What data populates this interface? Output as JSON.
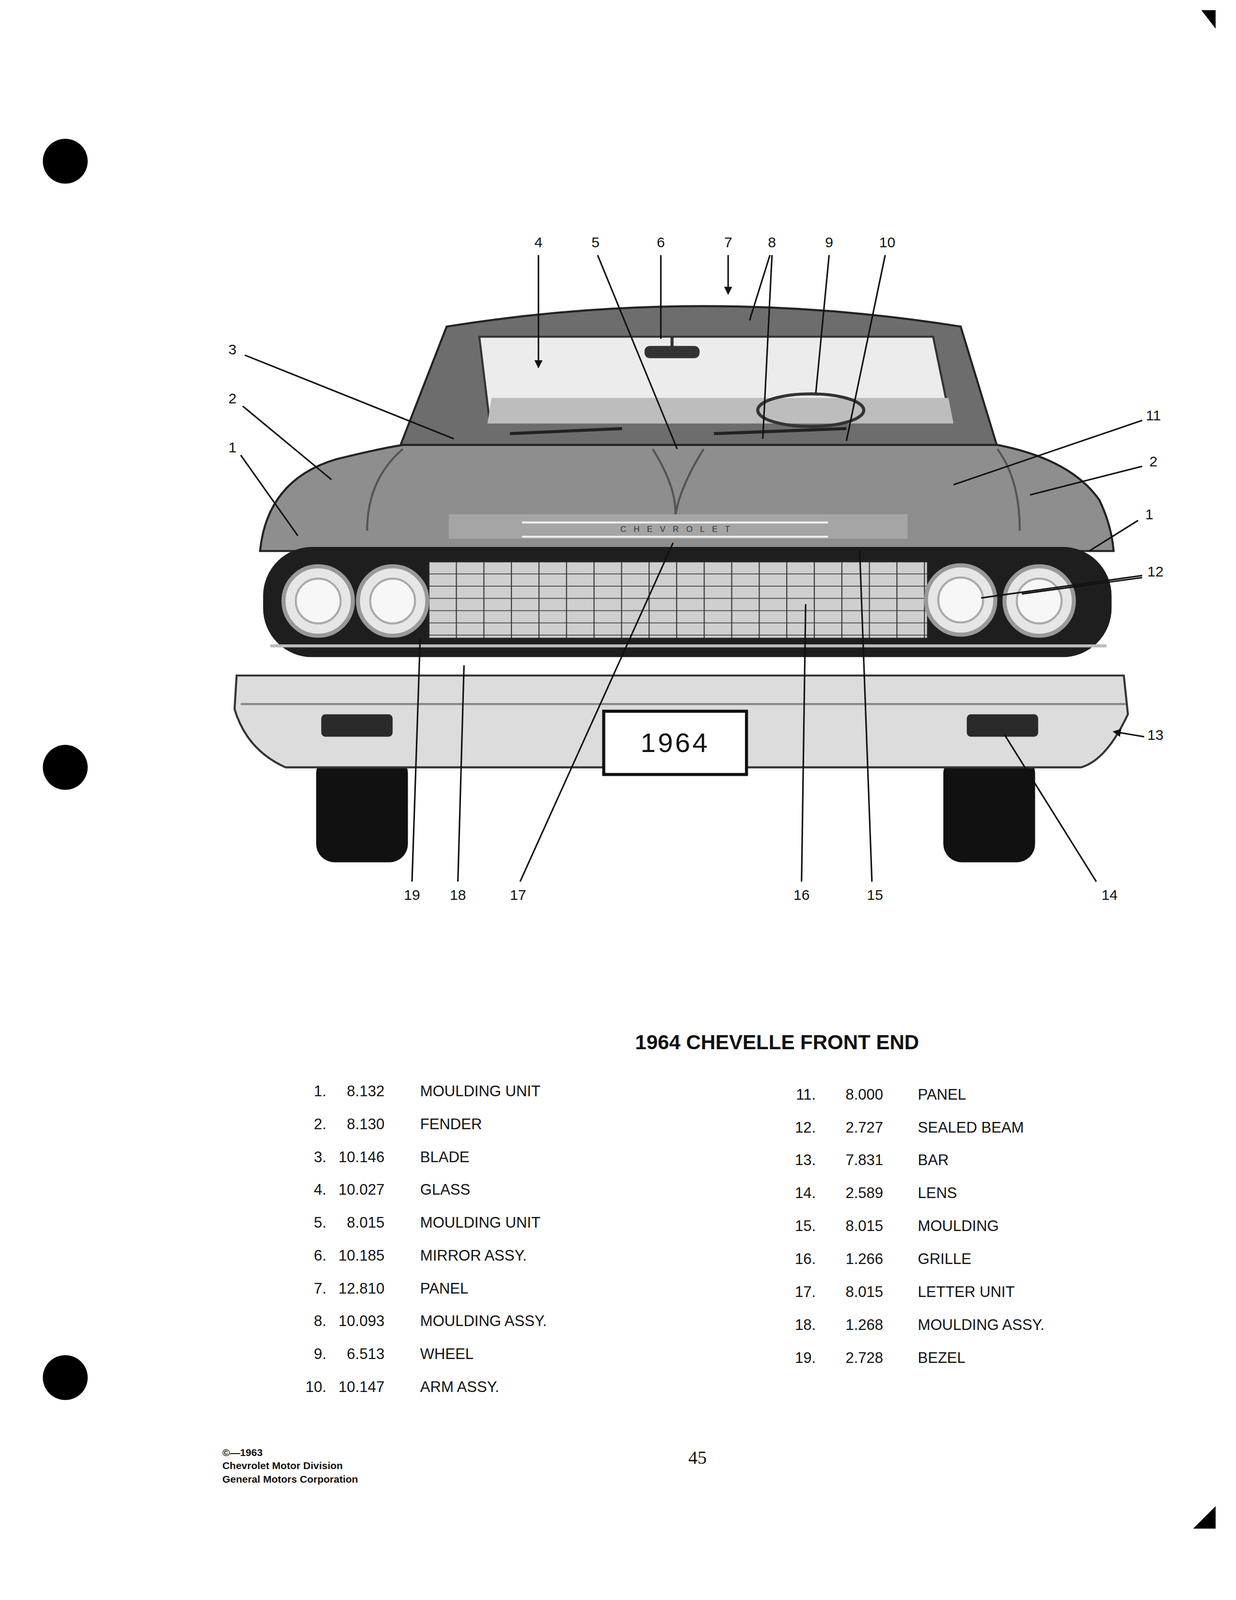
{
  "diagram": {
    "title": "1964 CHEVELLE FRONT END",
    "labels": [
      "4",
      "5",
      "6",
      "7",
      "8",
      "9",
      "10",
      "3",
      "2",
      "1",
      "11",
      "2",
      "1",
      "12",
      "13",
      "19",
      "18",
      "17",
      "16",
      "15",
      "14",
      "CHEVROLET",
      "1964",
      "1.",
      "8.132",
      "MOULDING UNIT",
      "2.",
      "8.130",
      "FENDER",
      "3.",
      "10.146",
      "BLADE",
      "4.",
      "10.027",
      "GLASS",
      "5.",
      "8.015",
      "MOULDING UNIT",
      "6.",
      "10.185",
      "MIRROR ASSY.",
      "7.",
      "12.810",
      "PANEL",
      "8.",
      "10.093",
      "MOULDING ASSY.",
      "9.",
      "6.513",
      "WHEEL",
      "10.",
      "10.147",
      "ARM ASSY.",
      "11.",
      "8.000",
      "PANEL",
      "12.",
      "2.727",
      "SEALED BEAM",
      "13.",
      "7.831",
      "BAR",
      "14.",
      "2.589",
      "LENS",
      "15.",
      "8.015",
      "MOULDING",
      "16.",
      "1.266",
      "GRILLE",
      "17.",
      "8.015",
      "LETTER UNIT",
      "18.",
      "1.268",
      "MOULDING ASSY.",
      "19.",
      "2.728",
      "BEZEL",
      "45",
      "©—1963",
      "Chevrolet Motor Division",
      "General Motors Corporation"
    ]
  }
}
